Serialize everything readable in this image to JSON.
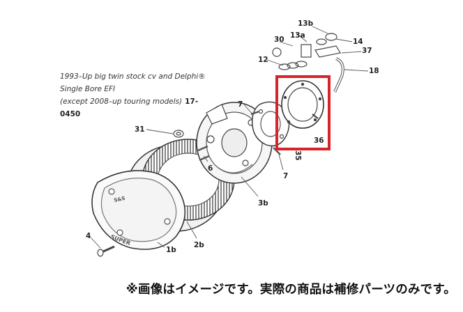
{
  "caption": {
    "line1": "1993–Up big twin stock cv and Delphi® Single Bore EFI",
    "line2": "(except 2008–up touring models)",
    "part_number": "17-0450"
  },
  "callouts": {
    "c13b": "13b",
    "c30": "30",
    "c13a": "13a",
    "c14": "14",
    "c37": "37",
    "c12": "12",
    "c18": "18",
    "c7a": "7",
    "c36": "36",
    "c35": "35",
    "c31": "31",
    "c6": "6",
    "c7b": "7",
    "c3b": "3b",
    "c4": "4",
    "c2b": "2b",
    "c1b": "1b"
  },
  "cover_logo": {
    "brand": "S&S",
    "model": "SUPER"
  },
  "highlight_color": "#d8232a",
  "footer_note": "※画像はイメージです。実際の商品は補修パーツのみです。"
}
